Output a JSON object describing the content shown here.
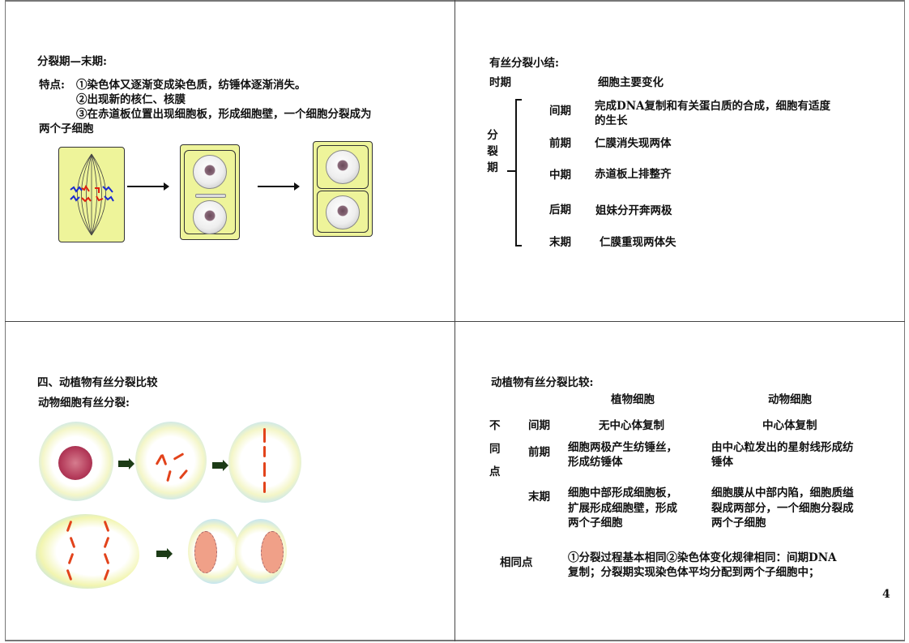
{
  "page_number": "4",
  "panel_top_left": {
    "title": "分裂期—末期:",
    "features_label": "特点:",
    "features": [
      "①染色体又逐渐变成染色质，纺锤体逐渐消失。",
      "②出现新的核仁、核膜",
      "③在赤道板位置出现细胞板，形成细胞壁，一个细胞分裂成为"
    ],
    "features_wrap": "两个子细胞",
    "figure": "plant-cell-telophase-sequence"
  },
  "panel_top_right": {
    "title": "有丝分裂小结:",
    "col_period": "时期",
    "col_change": "细胞主要变化",
    "group_label": "分裂期",
    "stages": [
      {
        "name": "间期",
        "change": "完成DNA复制和有关蛋白质的合成，细胞有适度",
        "change_wrap": "的生长"
      },
      {
        "name": "前期",
        "change": "仁膜消失现两体"
      },
      {
        "name": "中期",
        "change": "赤道板上排整齐"
      },
      {
        "name": "后期",
        "change": "姐妹分开奔两极"
      },
      {
        "name": "末期",
        "change": "仁膜重现两体失"
      }
    ]
  },
  "panel_bottom_left": {
    "title": "四、动植物有丝分裂比较",
    "subtitle": "动物细胞有丝分裂:",
    "figure": "animal-cell-mitosis-sequence"
  },
  "panel_bottom_right": {
    "title": "动植物有丝分裂比较:",
    "headers": {
      "plant": "植物细胞",
      "animal": "动物细胞"
    },
    "diff_label": [
      "不",
      "同",
      "点"
    ],
    "rows": [
      {
        "stage": "间期",
        "plant": [
          "无中心体复制"
        ],
        "animal": [
          "中心体复制"
        ]
      },
      {
        "stage": "前期",
        "plant": [
          "细胞两极产生纺锤丝，",
          "形成纺锤体"
        ],
        "animal": [
          "由中心粒发出的星射线形成纺",
          "锤体"
        ]
      },
      {
        "stage": "末期",
        "plant": [
          "细胞中部形成细胞板，",
          "扩展形成细胞壁，形成",
          "两个子细胞"
        ],
        "animal": [
          "细胞膜从中部内陷，细胞质缢",
          "裂成两部分，一个细胞分裂成",
          "两个子细胞"
        ]
      }
    ],
    "same_label": "相同点",
    "same_text": [
      "①分裂过程基本相同②染色体变化规律相同：间期DNA",
      "复制；分裂期实现染色体平均分配到两个子细胞中；"
    ]
  }
}
